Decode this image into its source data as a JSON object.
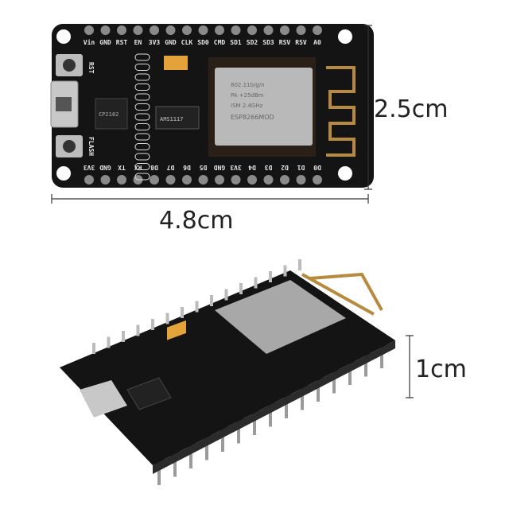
{
  "dimensions": {
    "height": "2.5cm",
    "length": "4.8cm",
    "thickness": "1cm"
  },
  "board": {
    "top_pins": [
      "Vin",
      "GND",
      "RST",
      "EN",
      "3V3",
      "GND",
      "CLK",
      "SD0",
      "CMD",
      "SD1",
      "SD2",
      "SD3",
      "RSV",
      "RSV",
      "A0"
    ],
    "bottom_pins": [
      "3V3",
      "GND",
      "TX",
      "RX",
      "D8",
      "D7",
      "D6",
      "D5",
      "GND",
      "3V3",
      "D4",
      "D3",
      "D2",
      "D1",
      "D0"
    ],
    "button_labels": [
      "RST",
      "FLASH"
    ],
    "module_text": [
      "ESP8266MOD",
      "ISM 2.4GHz",
      "PA +25dBm",
      "802.11b/g/n"
    ],
    "regulator_text": "AMS1117",
    "usb_chip_text": "CP2102",
    "colors": {
      "pcb": "#141414",
      "module_shield": "#b9b9b9",
      "antenna": "#b88a3e",
      "pins": "#8a8a8a",
      "capacitor": "#e3a33a"
    }
  }
}
